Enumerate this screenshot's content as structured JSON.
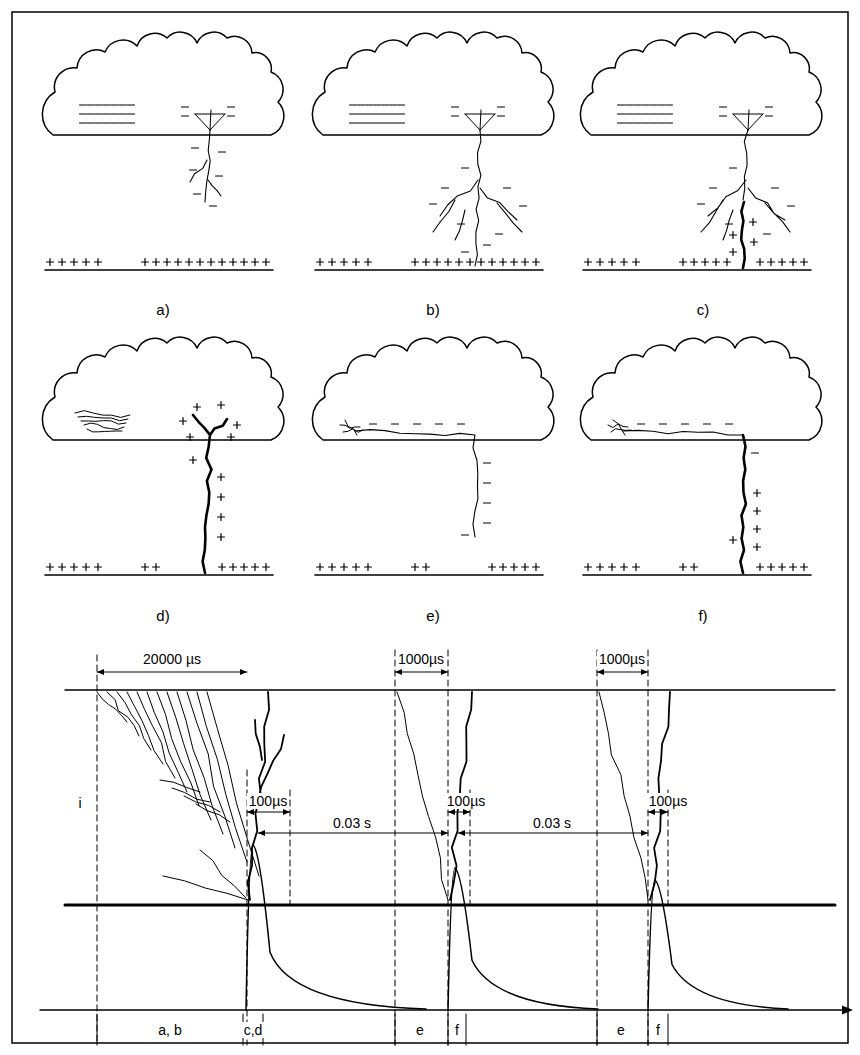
{
  "diagram": {
    "labels": [
      "a)",
      "b)",
      "c)",
      "d)",
      "e)",
      "f)",
      "20000 µs",
      "1000µs",
      "1000µs",
      "100µs",
      "0.03 s",
      "100µs",
      "0.03 s",
      "100µs",
      "i",
      "a, b",
      "c,d",
      "e",
      "f",
      "e",
      "f"
    ]
  }
}
